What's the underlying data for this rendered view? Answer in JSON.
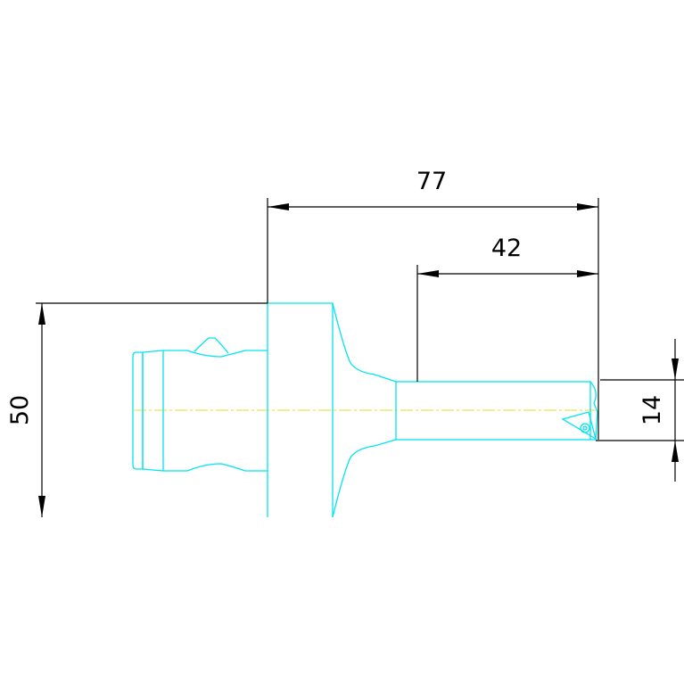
{
  "dimensions": {
    "overall_length": "77",
    "bar_length": "42",
    "flange_height": "50",
    "bar_diameter": "14"
  },
  "colors": {
    "part_outline": "#00e5ee",
    "center_line": "#e8e850",
    "dimension_lines": "#000000",
    "background": "#ffffff"
  }
}
